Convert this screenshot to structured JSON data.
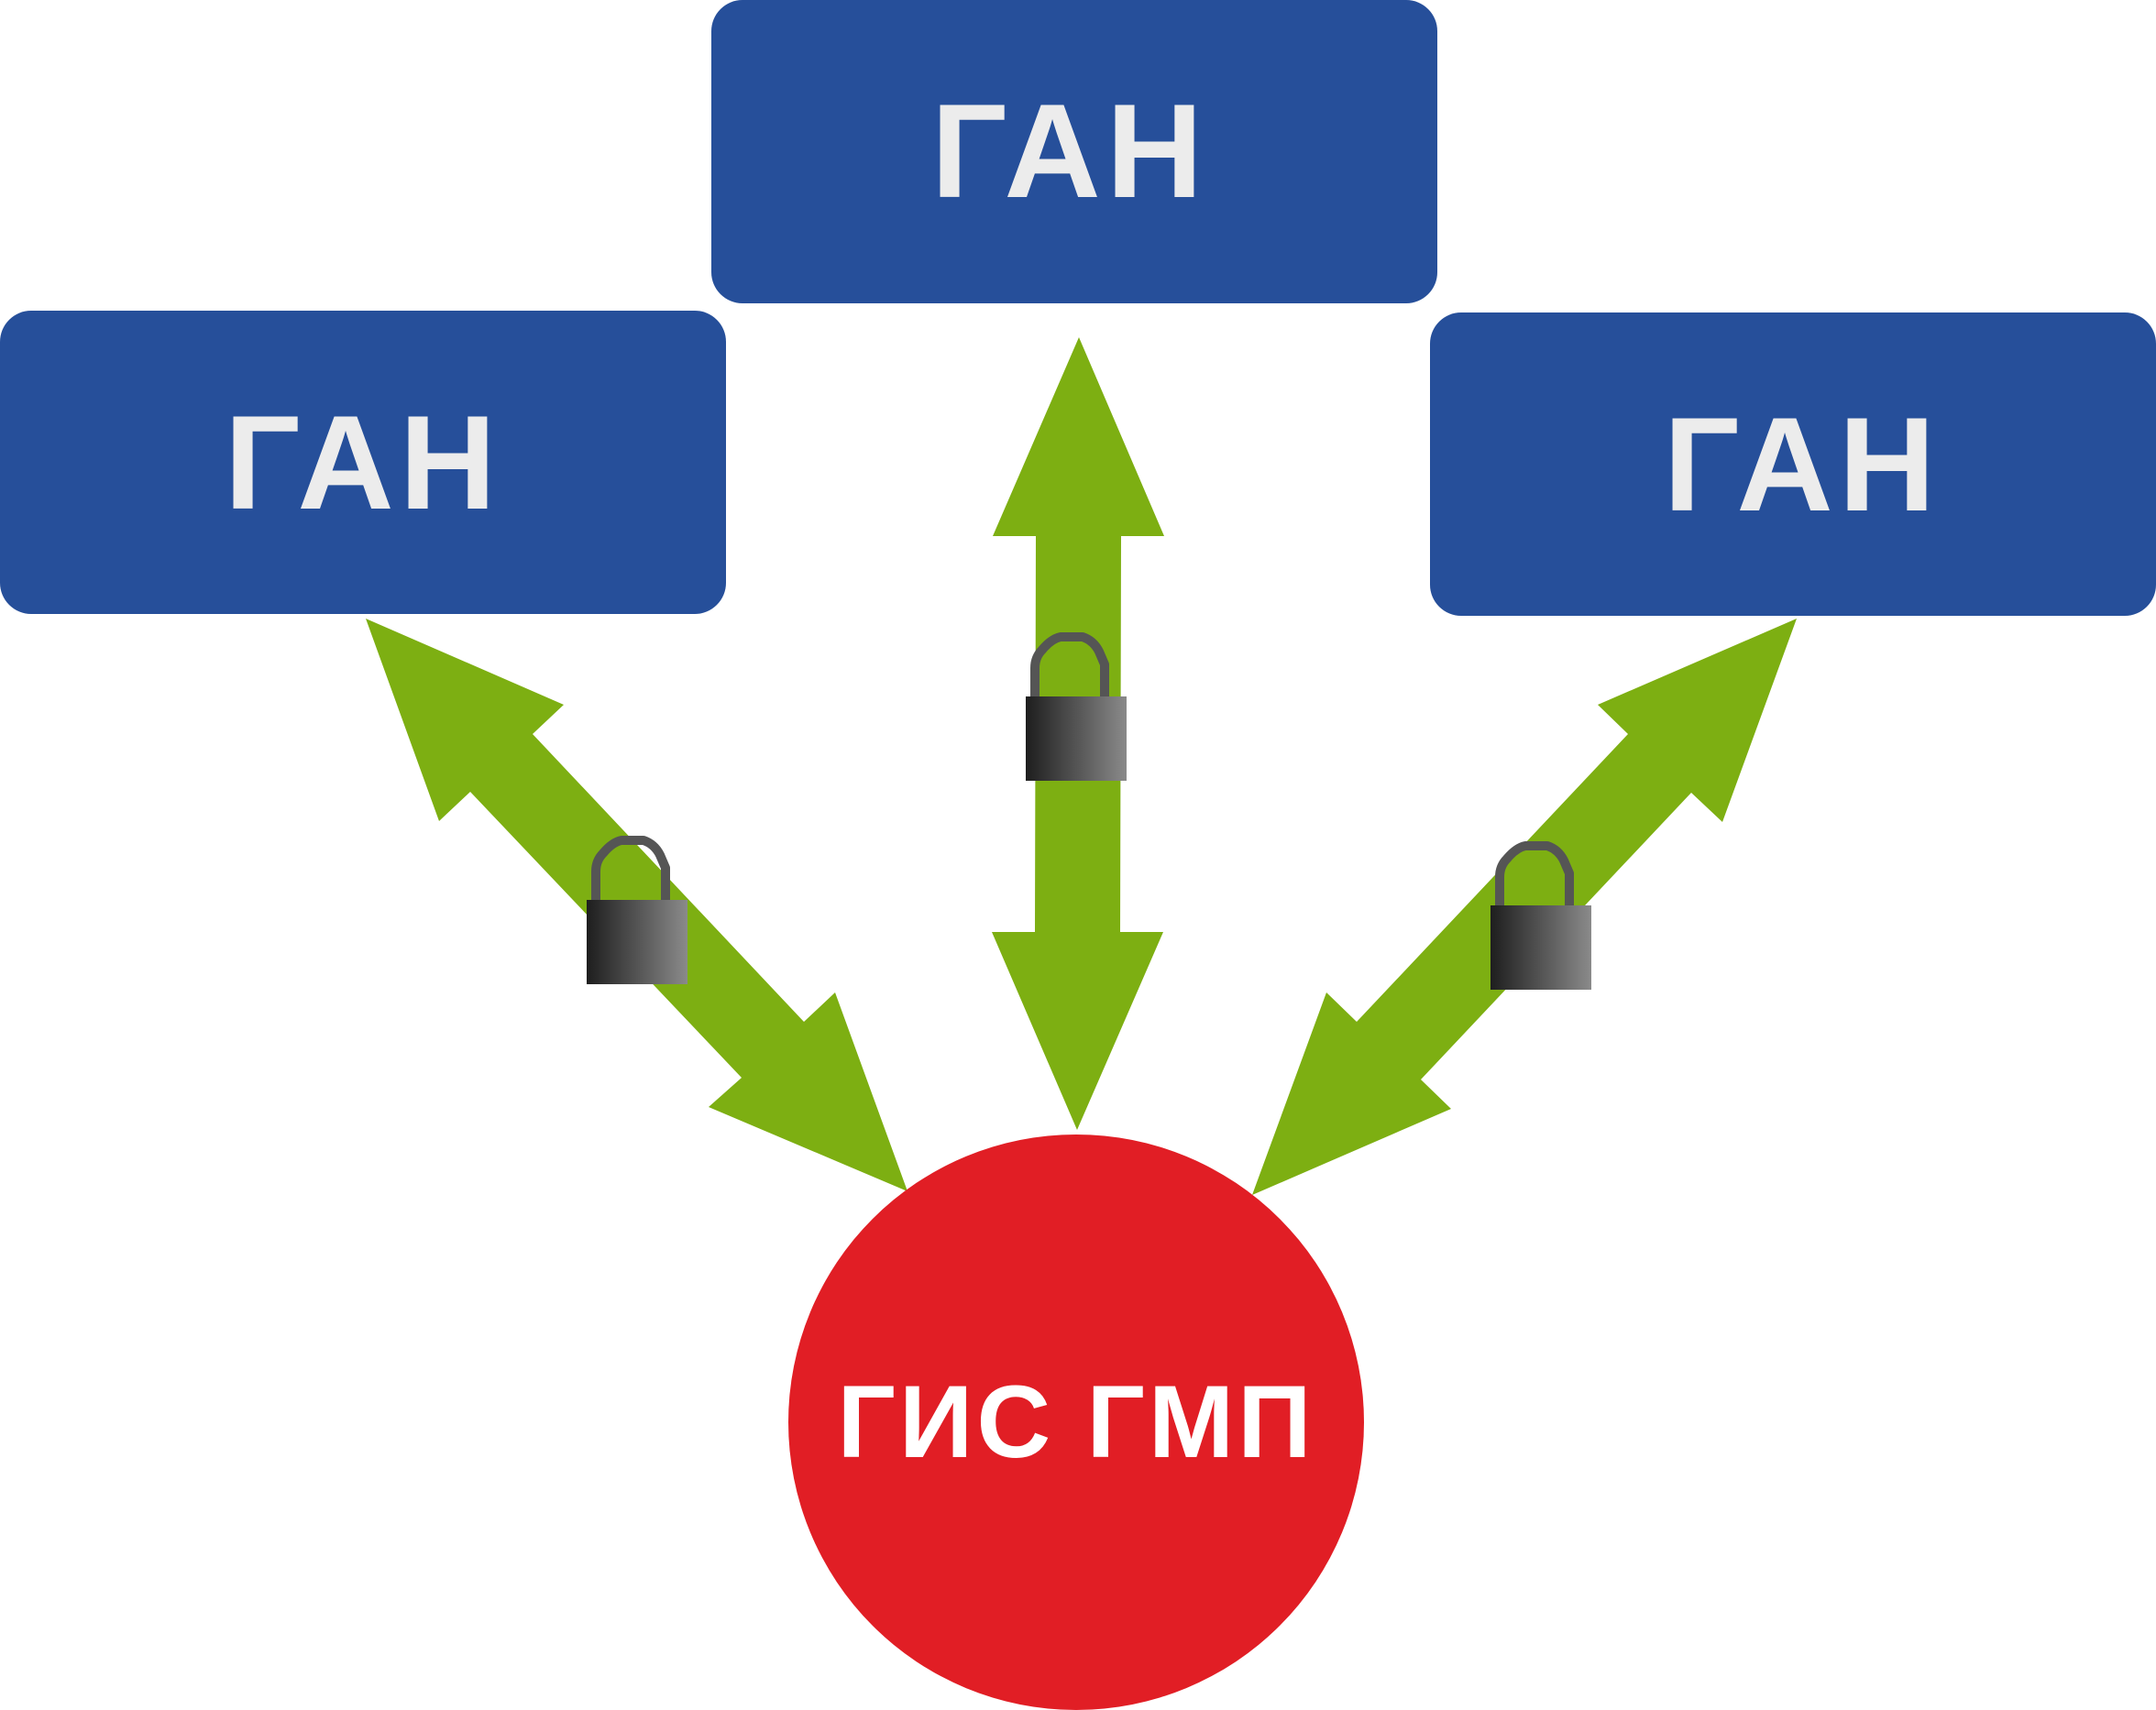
{
  "nodes": {
    "top": {
      "label": "ГАН"
    },
    "left": {
      "label": "ГАН"
    },
    "right": {
      "label": "ГАН"
    },
    "hub": {
      "label": "ГИС ГМП"
    }
  },
  "colors": {
    "node_fill": "#264f9a",
    "node_text": "#ececec",
    "hub_fill": "#e11e25",
    "hub_text": "#ffffff",
    "arrow": "#7daf12",
    "lock_dark": "#1e1e1e",
    "lock_light": "#8a8a8a",
    "lock_shackle": "#555555"
  },
  "icons": {
    "connection_lock": "padlock-icon"
  }
}
